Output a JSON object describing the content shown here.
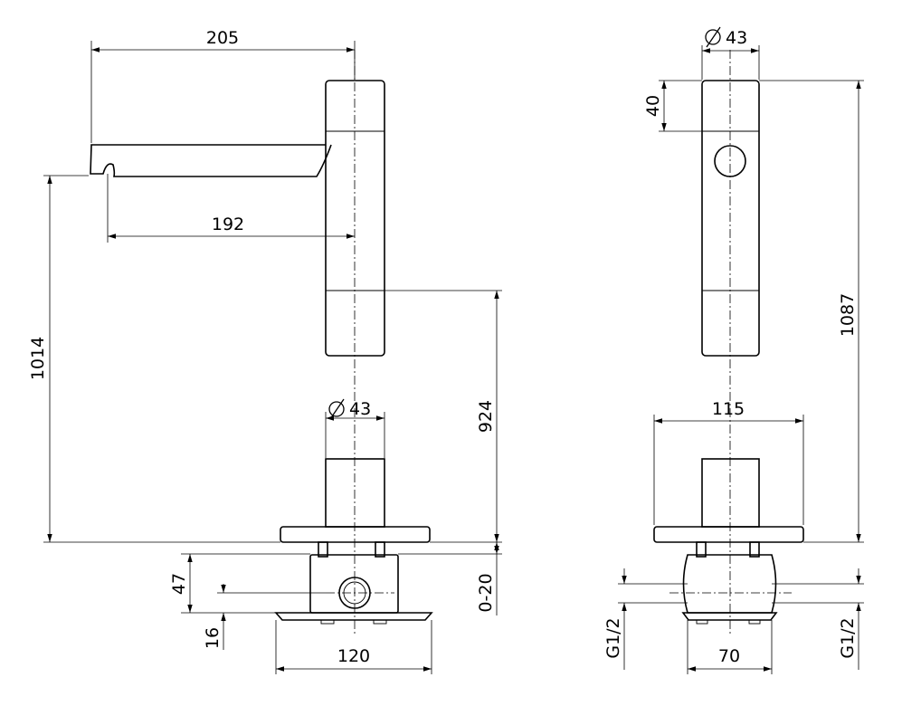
{
  "diagram": {
    "labels": {
      "side_spout_reach": "205",
      "side_spout_inner": "192",
      "side_total_height": "1014",
      "side_outlet_height": "924",
      "side_diameter": "43",
      "side_base_depth": "47",
      "side_inlet_offset": "16",
      "side_adjust": "0-20",
      "side_body_width": "120",
      "front_diameter": "43",
      "front_cap_height": "40",
      "front_total_height": "1087",
      "front_flange_width": "115",
      "front_body_width": "70",
      "front_inlet_left": "G1/2",
      "front_inlet_right": "G1/2"
    },
    "colors": {
      "line": "#000000",
      "background": "#ffffff"
    }
  }
}
